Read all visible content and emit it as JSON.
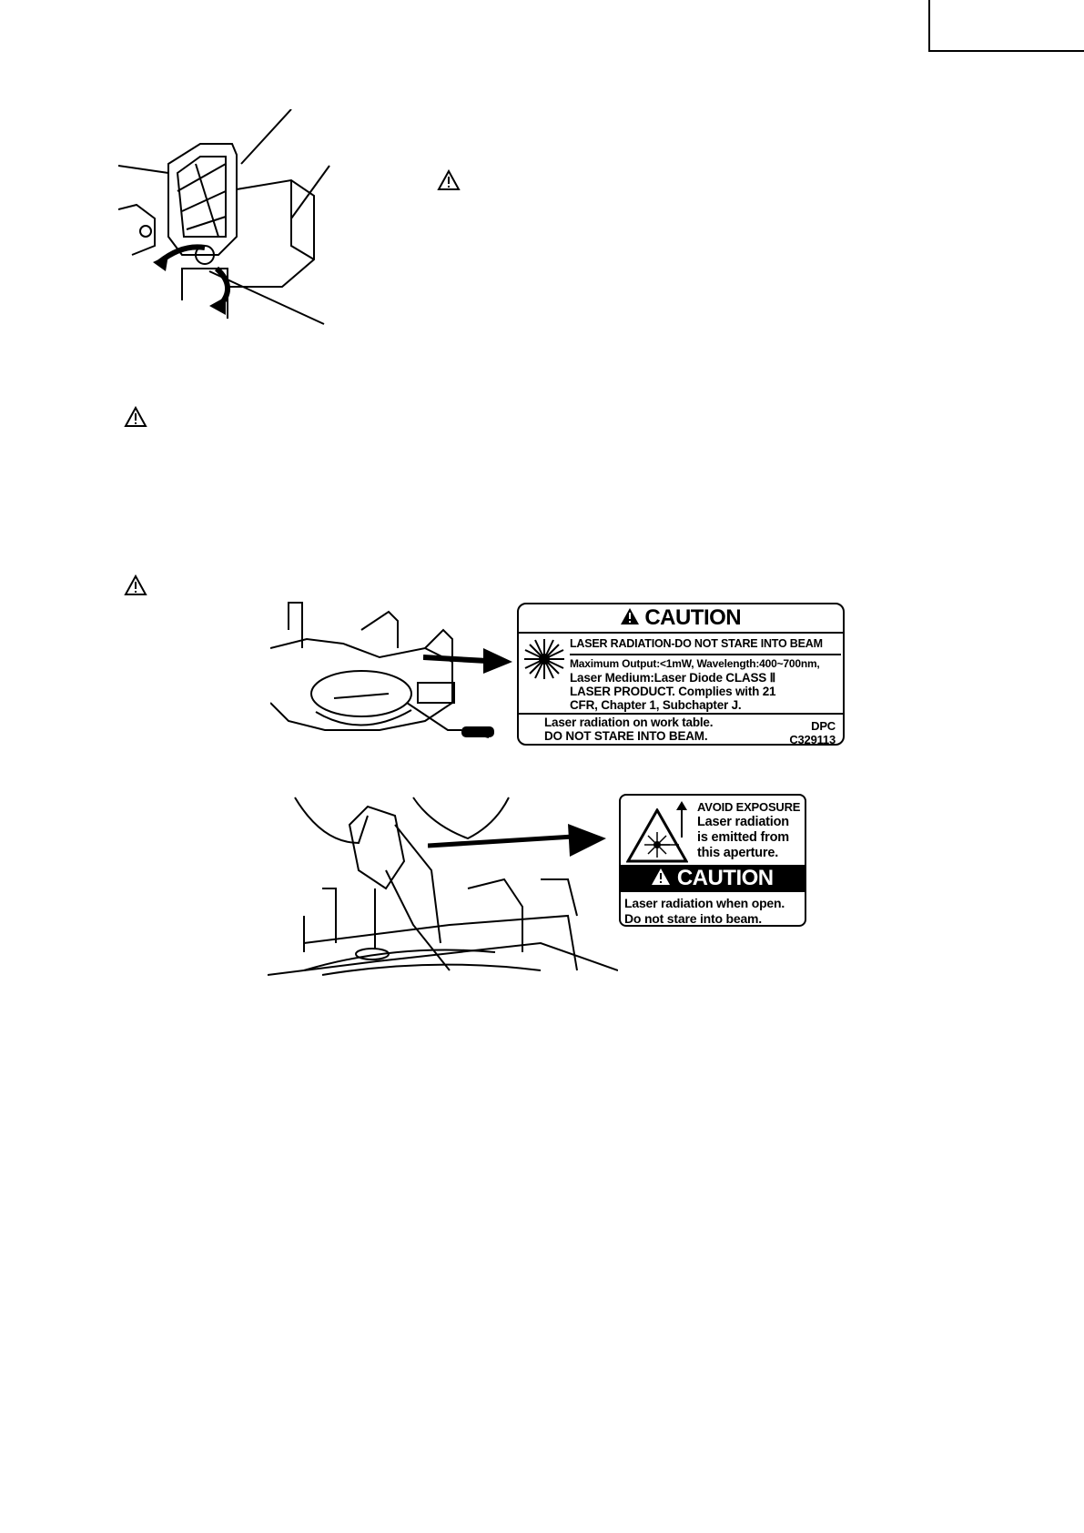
{
  "caution_label_1": {
    "heading": "CAUTION",
    "headline": "LASER RADIATION-DO NOT STARE INTO BEAM",
    "body_lines": [
      "Maximum Output:<1mW, Wavelength:400~700nm,",
      "Laser Medium:Laser Diode CLASS Ⅱ",
      "LASER PRODUCT. Complies with 21",
      "CFR, Chapter 1, Subchapter J."
    ],
    "footer_lines": [
      "Laser radiation on work table.",
      "DO NOT STARE INTO BEAM."
    ],
    "code_lines": [
      "DPC",
      "C329113"
    ]
  },
  "caution_label_2": {
    "avoid_lines": [
      "AVOID EXPOSURE",
      "Laser radiation",
      "is emitted from",
      "this aperture."
    ],
    "heading": "CAUTION",
    "footer_lines": [
      "Laser radiation when open.",
      "Do not stare into beam."
    ]
  },
  "icons": [
    "warning-triangle-icon",
    "laser-starburst-icon",
    "laser-hazard-icon",
    "arrow-right-icon",
    "arrow-up-icon"
  ]
}
